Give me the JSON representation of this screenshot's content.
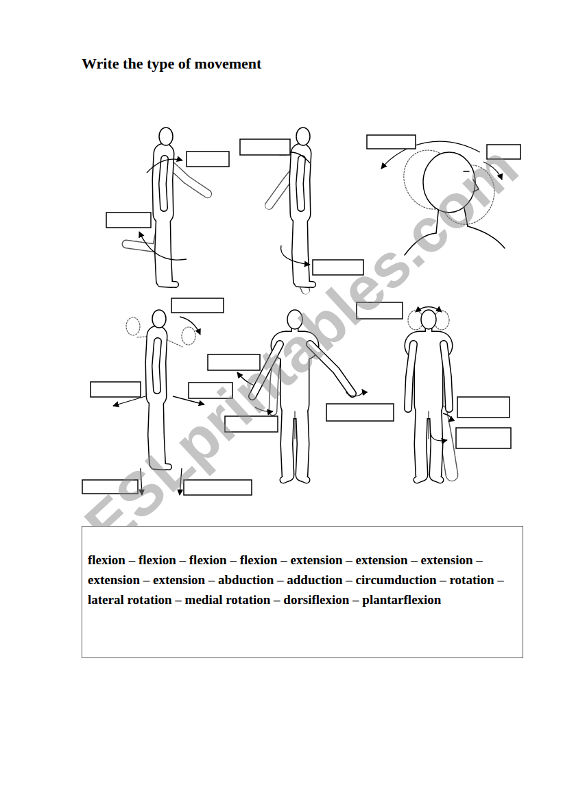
{
  "diagram": {
    "title": "Write the type of movement",
    "nodes": [
      {
        "text": [
          "flexion – flexion – flexion – flexion – extension – extension – extension – extension – extension – abduction – adduction – circumduction – rotation – lateral rotation – medial rotation – dorsiflexion – plantarflexion"
        ]
      }
    ],
    "labels": [
      "ESLprintables.com"
    ]
  }
}
